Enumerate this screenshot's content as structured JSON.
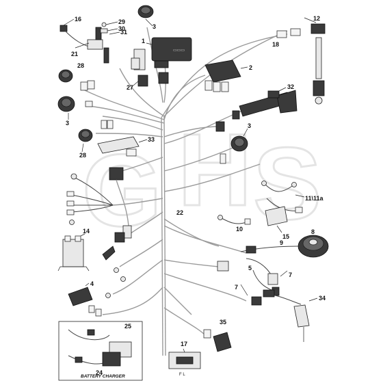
{
  "callouts": {
    "c1": "1",
    "c2": "2",
    "c3a": "3",
    "c3b": "3",
    "c3c": "3",
    "c4": "4",
    "c5": "5",
    "c7a": "7",
    "c7b": "7",
    "c8": "8",
    "c9": "9",
    "c10": "10",
    "c11": "11\\11a",
    "c12": "12",
    "c14": "14",
    "c15": "15",
    "c16": "16",
    "c17": "17",
    "c18": "18",
    "c21": "21",
    "c22": "22",
    "c24": "24",
    "c25": "25",
    "c27": "27",
    "c28a": "28",
    "c28b": "28",
    "c29": "29",
    "c30": "30",
    "c31": "31",
    "c32": "32",
    "c33": "33",
    "c34": "34",
    "c35": "35"
  },
  "inset": {
    "title": "BATTERY CHARGER"
  },
  "part1_label": "▭▭▭",
  "part17_label": "F L",
  "colors": {
    "wire": "#9a9a9a",
    "part": "#3a3a3a",
    "watermark": "#e4e4e4"
  }
}
